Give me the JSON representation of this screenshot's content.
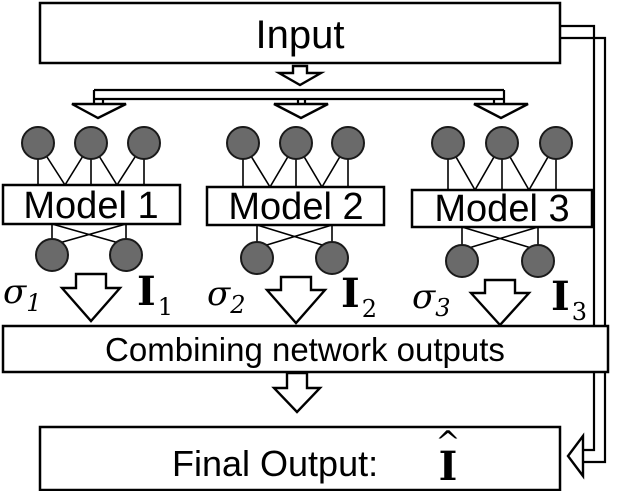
{
  "input_label": "Input",
  "models": [
    {
      "label": "Model 1",
      "sigma": "σ",
      "sigma_sub": "1",
      "out": "I",
      "out_sub": "1"
    },
    {
      "label": "Model 2",
      "sigma": "σ",
      "sigma_sub": "2",
      "out": "I",
      "out_sub": "2"
    },
    {
      "label": "Model 3",
      "sigma": "σ",
      "sigma_sub": "3",
      "out": "I",
      "out_sub": "3"
    }
  ],
  "combine_label": "Combining network outputs",
  "final_label": "Final Output:",
  "final_symbol": "I",
  "final_hat": "^",
  "colors": {
    "node_fill": "#6a6a6a",
    "stroke": "#000000",
    "background": "#ffffff"
  }
}
